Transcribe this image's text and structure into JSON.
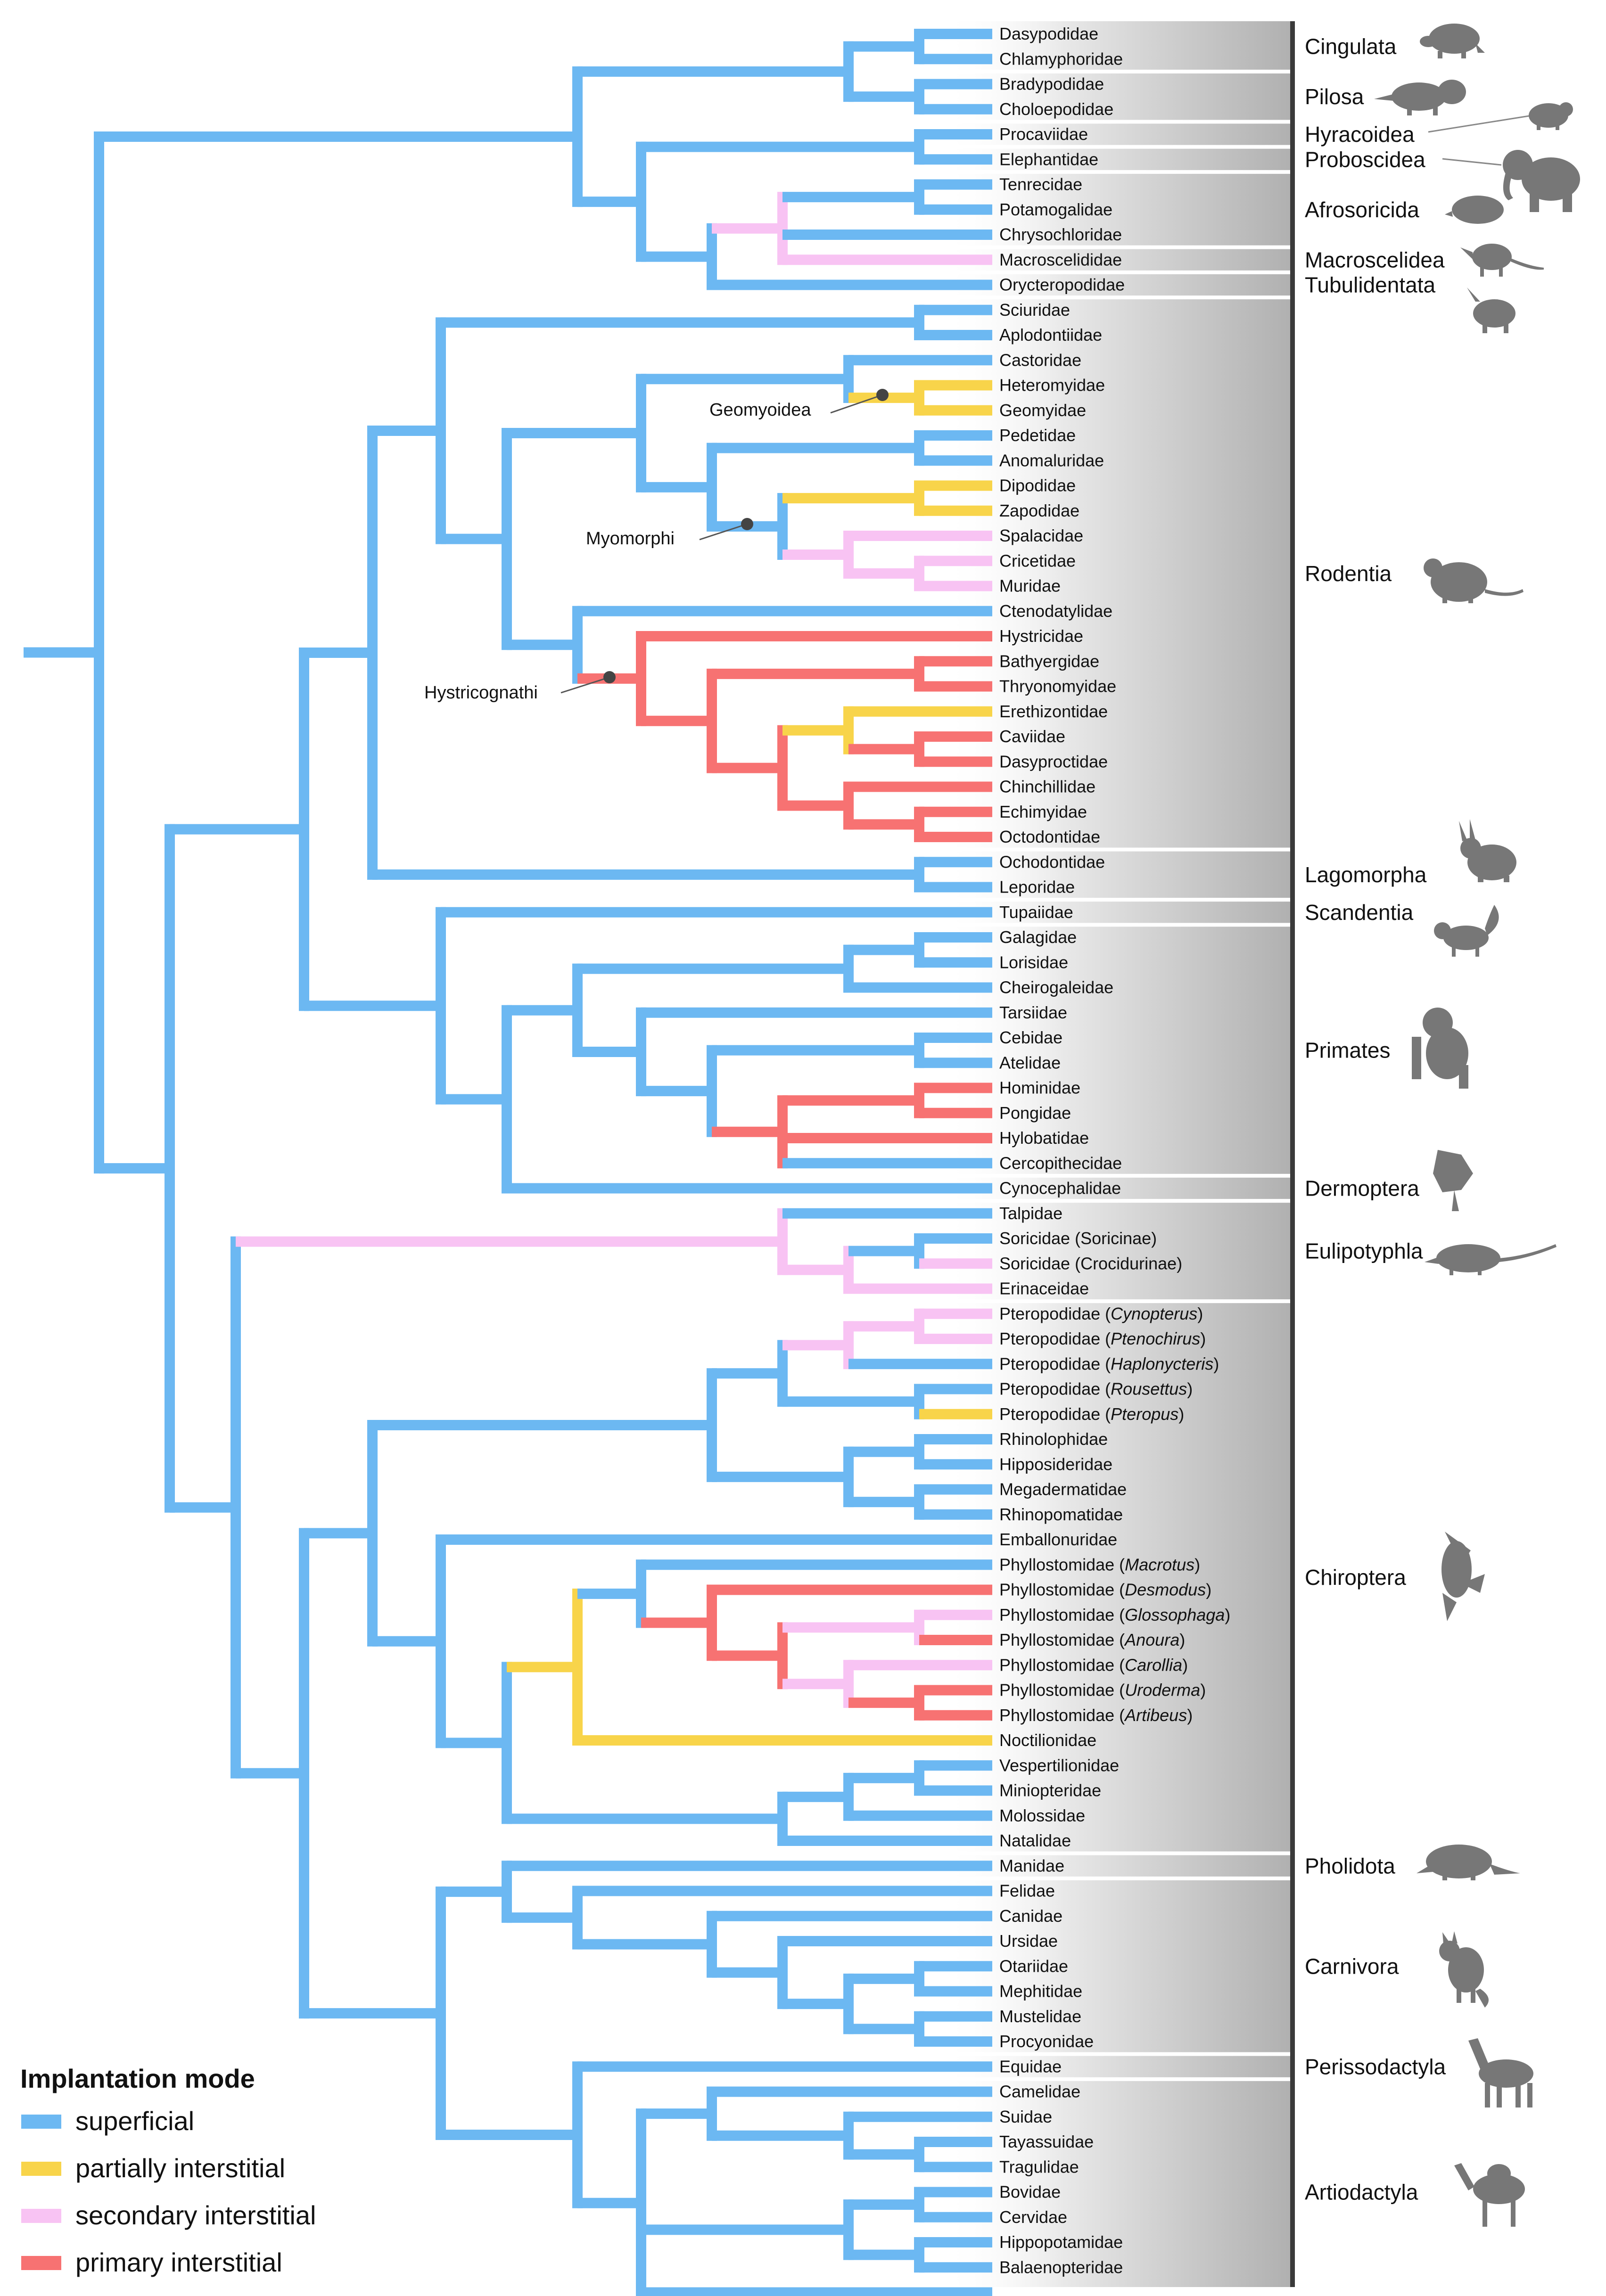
{
  "colors": {
    "superficial": "#6cb8f2",
    "partially_interstitial": "#f8d44a",
    "secondary_interstitial": "#f8c3f3",
    "primary_interstitial": "#f77272"
  },
  "taxa": [
    {
      "text": "Dasypodidae"
    },
    {
      "text": "Chlamyphoridae"
    },
    {
      "text": "Bradypodidae"
    },
    {
      "text": "Choloepodidae"
    },
    {
      "text": "Procaviidae"
    },
    {
      "text": "Elephantidae"
    },
    {
      "text": "Tenrecidae"
    },
    {
      "text": "Potamogalidae"
    },
    {
      "text": "Chrysochloridae"
    },
    {
      "text": "Macroscelididae"
    },
    {
      "text": "Orycteropodidae"
    },
    {
      "text": "Sciuridae"
    },
    {
      "text": "Aplodontiidae"
    },
    {
      "text": "Castoridae"
    },
    {
      "text": "Heteromyidae"
    },
    {
      "text": "Geomyidae"
    },
    {
      "text": "Pedetidae"
    },
    {
      "text": "Anomaluridae"
    },
    {
      "text": "Dipodidae"
    },
    {
      "text": "Zapodidae"
    },
    {
      "text": "Spalacidae"
    },
    {
      "text": "Cricetidae"
    },
    {
      "text": "Muridae"
    },
    {
      "text": "Ctenodatylidae"
    },
    {
      "text": "Hystricidae"
    },
    {
      "text": "Bathyergidae"
    },
    {
      "text": "Thryonomyidae"
    },
    {
      "text": "Erethizontidae"
    },
    {
      "text": "Caviidae"
    },
    {
      "text": "Dasyproctidae"
    },
    {
      "text": "Chinchillidae"
    },
    {
      "text": "Echimyidae"
    },
    {
      "text": "Octodontidae"
    },
    {
      "text": "Ochodontidae"
    },
    {
      "text": "Leporidae"
    },
    {
      "text": "Tupaiidae"
    },
    {
      "text": "Galagidae"
    },
    {
      "text": "Lorisidae"
    },
    {
      "text": "Cheirogaleidae"
    },
    {
      "text": "Tarsiidae"
    },
    {
      "text": "Cebidae"
    },
    {
      "text": "Atelidae"
    },
    {
      "text": "Hominidae"
    },
    {
      "text": "Pongidae"
    },
    {
      "text": "Hylobatidae"
    },
    {
      "text": "Cercopithecidae"
    },
    {
      "text": "Cynocephalidae"
    },
    {
      "text": "Talpidae"
    },
    {
      "text": "Soricidae (Soricinae)"
    },
    {
      "text": "Soricidae (Crocidurinae)"
    },
    {
      "text": "Erinaceidae"
    },
    {
      "text": "Pteropodidae (",
      "genus": "Cynopterus",
      "close": ")"
    },
    {
      "text": "Pteropodidae (",
      "genus": "Ptenochirus",
      "close": ")"
    },
    {
      "text": "Pteropodidae (",
      "genus": "Haplonycteris",
      "close": ")"
    },
    {
      "text": "Pteropodidae (",
      "genus": "Rousettus",
      "close": ")"
    },
    {
      "text": "Pteropodidae (",
      "genus": "Pteropus",
      "close": ")"
    },
    {
      "text": "Rhinolophidae"
    },
    {
      "text": "Hipposideridae"
    },
    {
      "text": "Megadermatidae"
    },
    {
      "text": "Rhinopomatidae"
    },
    {
      "text": "Emballonuridae"
    },
    {
      "text": "Phyllostomidae (",
      "genus": "Macrotus",
      "close": ")"
    },
    {
      "text": "Phyllostomidae (",
      "genus": "Desmodus",
      "close": ")"
    },
    {
      "text": "Phyllostomidae (",
      "genus": "Glossophaga",
      "close": ")"
    },
    {
      "text": "Phyllostomidae (",
      "genus": "Anoura",
      "close": ")"
    },
    {
      "text": "Phyllostomidae (",
      "genus": "Carollia",
      "close": ")"
    },
    {
      "text": "Phyllostomidae (",
      "genus": "Uroderma",
      "close": ")"
    },
    {
      "text": "Phyllostomidae (",
      "genus": "Artibeus",
      "close": ")"
    },
    {
      "text": "Noctilionidae"
    },
    {
      "text": "Vespertilionidae"
    },
    {
      "text": "Miniopteridae"
    },
    {
      "text": "Molossidae"
    },
    {
      "text": "Natalidae"
    },
    {
      "text": "Manidae"
    },
    {
      "text": "Felidae"
    },
    {
      "text": "Canidae"
    },
    {
      "text": "Ursidae"
    },
    {
      "text": "Otariidae"
    },
    {
      "text": "Mephitidae"
    },
    {
      "text": "Mustelidae"
    },
    {
      "text": "Procyonidae"
    },
    {
      "text": "Equidae"
    },
    {
      "text": "Camelidae"
    },
    {
      "text": "Suidae"
    },
    {
      "text": "Tayassuidae"
    },
    {
      "text": "Tragulidae"
    },
    {
      "text": "Bovidae"
    },
    {
      "text": "Cervidae"
    },
    {
      "text": "Hippopotamidae"
    },
    {
      "text": "Balaenopteridae"
    }
  ],
  "orders": [
    {
      "name": "Cingulata",
      "icon": "armadillo-icon"
    },
    {
      "name": "Pilosa",
      "icon": "anteater-icon"
    },
    {
      "name": "Hyracoidea",
      "icon": "hyrax-icon"
    },
    {
      "name": "Proboscidea",
      "icon": "elephant-icon"
    },
    {
      "name": "Afrosoricida",
      "icon": "mole-icon"
    },
    {
      "name": "Macroscelidea",
      "icon": "elephant-shrew-icon"
    },
    {
      "name": "Tubulidentata",
      "icon": "aardvark-icon"
    },
    {
      "name": "Rodentia",
      "icon": "rat-icon"
    },
    {
      "name": "Lagomorpha",
      "icon": "rabbit-icon"
    },
    {
      "name": "Scandentia",
      "icon": "treeshrew-icon"
    },
    {
      "name": "Primates",
      "icon": "chimpanzee-icon"
    },
    {
      "name": "Dermoptera",
      "icon": "colugo-icon"
    },
    {
      "name": "Eulipotyphla",
      "icon": "shrew-icon"
    },
    {
      "name": "Chiroptera",
      "icon": "bat-icon"
    },
    {
      "name": "Pholidota",
      "icon": "pangolin-icon"
    },
    {
      "name": "Carnivora",
      "icon": "fox-icon"
    },
    {
      "name": "Perissodactyla",
      "icon": "horse-icon"
    },
    {
      "name": "Artiodactyla",
      "icon": "camel-icon"
    }
  ],
  "node_labels": {
    "geomyoidea": "Geomyoidea",
    "myomorphi": "Myomorphi",
    "hystricognathi": "Hystricognathi"
  },
  "legend": {
    "title": "Implantation mode",
    "items": [
      {
        "label": "superficial",
        "color_key": "superficial"
      },
      {
        "label": "partially interstitial",
        "color_key": "partially_interstitial"
      },
      {
        "label": "secondary interstitial",
        "color_key": "secondary_interstitial"
      },
      {
        "label": "primary interstitial",
        "color_key": "primary_interstitial"
      }
    ]
  }
}
